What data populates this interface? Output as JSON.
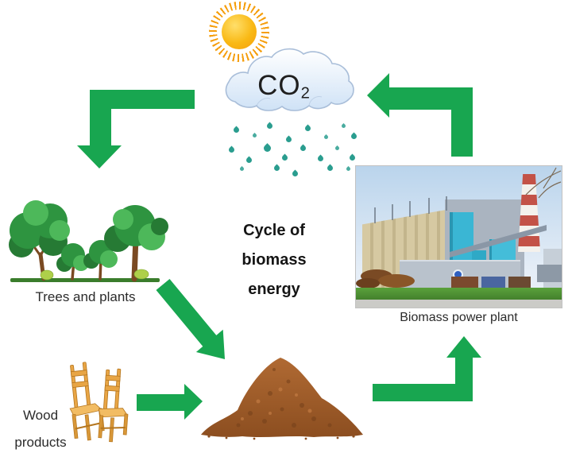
{
  "diagram": {
    "center_title": {
      "line1": "Cycle of",
      "line2": "biomass",
      "line3": "energy"
    },
    "cloud": {
      "label": "CO",
      "subscript": "2"
    },
    "labels": {
      "trees": "Trees and plants",
      "plant": "Biomass power plant",
      "wood_line1": "Wood",
      "wood_line2": "products"
    }
  },
  "icons": {
    "sun": "sun-icon",
    "cloud": "co2-rain-cloud-icon",
    "rain": "raindrop-icon",
    "trees": "trees-icon",
    "chairs": "wooden-chairs-icon",
    "pile": "biomass-pile-icon",
    "plant": "power-plant-photo",
    "arrows": [
      "arrow-co2-to-trees",
      "arrow-trees-to-pile",
      "arrow-wood-to-pile",
      "arrow-pile-to-plant",
      "arrow-plant-to-co2"
    ]
  },
  "colors": {
    "arrow_green": "#18a650",
    "sun_core": "#f9b915",
    "sun_ray": "#f59e0b",
    "cloud_fill_top": "#ffffff",
    "cloud_fill_bottom": "#cfe2f6",
    "cloud_edge": "#a9bed9",
    "rain_teal": "#2a9d8f",
    "text_dark": "#2b2b2b",
    "leaf_dark": "#267a34",
    "leaf_mid": "#2e9440",
    "leaf_light": "#4db85a",
    "trunk_brown": "#7a4a22",
    "ground_green": "#3a7d2c",
    "bush_yellow": "#aed04a",
    "chair_wood": "#e8a545",
    "chair_wood_dark": "#b5761f",
    "pile_light": "#b06a33",
    "pile_dark": "#8c4e20",
    "photo_sky": "#bad4ec",
    "photo_building": "#d6c9a2",
    "photo_tower": "#3ab6d4",
    "photo_chimney_red": "#c35247",
    "photo_grass": "#5aa13c",
    "photo_border": "#c2c2c2"
  }
}
